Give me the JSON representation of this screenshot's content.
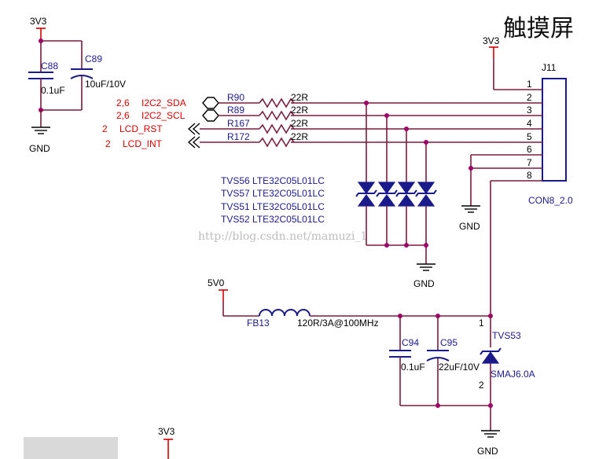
{
  "title": "触摸屏",
  "watermark": "http://blog.csdn.net/mamuzi_1",
  "power": {
    "v33_a": "3V3",
    "v33_b": "3V3",
    "v33_c": "3V3",
    "v5": "5V0"
  },
  "ground": {
    "g1": "GND",
    "g2": "GND",
    "g3": "GND",
    "g4": "GND"
  },
  "caps": {
    "c88_ref": "C88",
    "c88_val": "0.1uF",
    "c89_ref": "C89",
    "c89_val": "10uF/10V",
    "c94_ref": "C94",
    "c94_val": "0.1uF",
    "c95_ref": "C95",
    "c95_val": "22uF/10V"
  },
  "signals": [
    {
      "page": "2,6",
      "name": "I2C2_SDA",
      "res": "R90",
      "val": "22R"
    },
    {
      "page": "2,6",
      "name": "I2C2_SCL",
      "res": "R89",
      "val": "22R"
    },
    {
      "page": "2",
      "name": "LCD_RST",
      "res": "R167",
      "val": "22R"
    },
    {
      "page": "2",
      "name": "LCD_INT",
      "res": "R172",
      "val": "22R"
    }
  ],
  "connector": {
    "ref": "J11",
    "part": "CON8_2.0",
    "pins": [
      "1",
      "2",
      "3",
      "4",
      "5",
      "6",
      "7",
      "8"
    ]
  },
  "tvs_array": [
    "TVS56 LTE32C05L01LC",
    "TVS57 LTE32C05L01LC",
    "TVS51 LTE32C05L01LC",
    "TVS52 LTE32C05L01LC"
  ],
  "ferrite": {
    "ref": "FB13",
    "val": "120R/3A@100MHz"
  },
  "tvs53": {
    "ref": "TVS53",
    "val": "SMAJ6.0A",
    "pin1": "1",
    "pin2": "2"
  },
  "colors": {
    "wire": "#7a1b3c",
    "part": "#1a1a8c",
    "power": "#d40000",
    "junction": "#a0006a"
  }
}
